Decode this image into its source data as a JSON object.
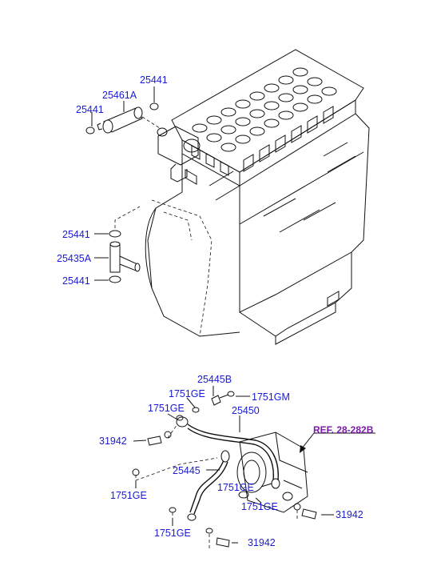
{
  "labels": {
    "top_25441_a": "25441",
    "top_25461a": "25461A",
    "top_25441_b": "25441",
    "mid_25441_a": "25441",
    "mid_25435a": "25435A",
    "mid_25441_b": "25441",
    "b_25445b": "25445B",
    "b_1751ge_a": "1751GE",
    "b_1751gm": "1751GM",
    "b_1751ge_b": "1751GE",
    "b_25450": "25450",
    "b_ref": "REF. 28-282B",
    "b_31942_a": "31942",
    "b_25445": "25445",
    "b_1751ge_c": "1751GE",
    "b_1751ge_d": "1751GE",
    "b_1751ge_e": "1751GE",
    "b_1751ge_f": "1751GE",
    "b_31942_b": "31942",
    "b_31942_c": "31942"
  }
}
